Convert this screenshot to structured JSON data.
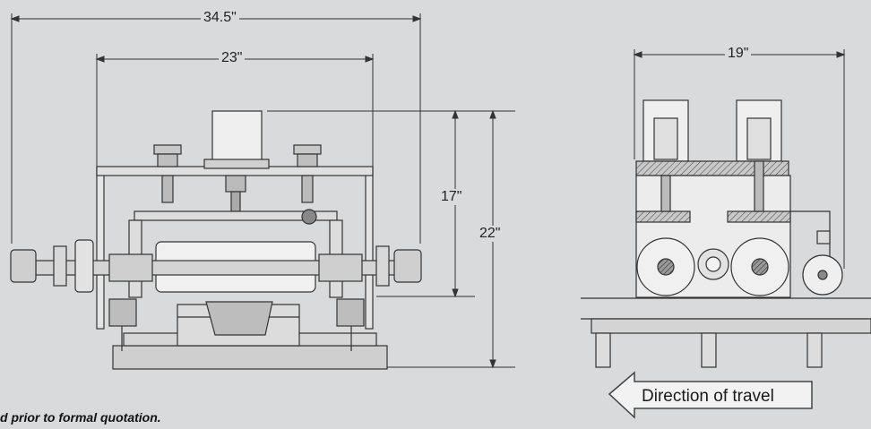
{
  "dimensions": {
    "overall_width": "34.5\"",
    "inner_width": "23\"",
    "height_short": "17\"",
    "height_tall": "22\"",
    "side_width": "19\""
  },
  "direction_label": "Direction of travel",
  "footnote": "d prior to formal quotation."
}
